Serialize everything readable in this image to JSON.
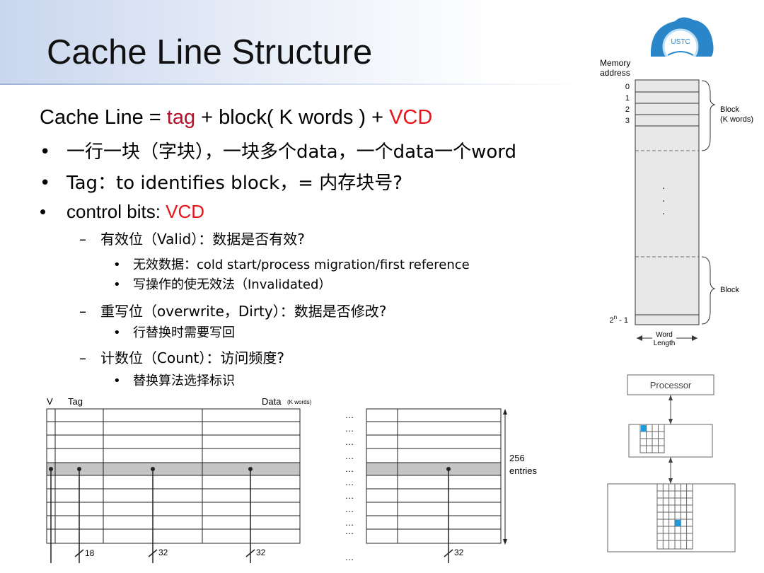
{
  "title": "Cache Line Structure",
  "formula": {
    "prefix": "Cache Line = ",
    "tag": "tag",
    "middle": " + block( K words ) + ",
    "vcd": "VCD"
  },
  "bullets": [
    {
      "marker": "•",
      "text": "一行一块（字块），一块多个data，一个data一个word"
    },
    {
      "marker": "•",
      "text": "Tag：to identifies block，= 内存块号?"
    },
    {
      "marker": "•",
      "text": "control bits: ",
      "highlight": "VCD"
    }
  ],
  "sub_items": [
    {
      "marker": "–",
      "text": "有效位（Valid）：数据是否有效?"
    },
    {
      "marker": "•",
      "text": "无效数据：cold start/process migration/first reference"
    },
    {
      "marker": "•",
      "text": "写操作的使无效法（Invalidated）"
    },
    {
      "marker": "–",
      "text": "重写位（overwrite，Dirty）：数据是否修改?"
    },
    {
      "marker": "•",
      "text": "行替换时需要写回"
    },
    {
      "marker": "–",
      "text": "计数位（Count）：访问频度?"
    },
    {
      "marker": "•",
      "text": "替换算法选择标识"
    }
  ],
  "logo": {
    "text": "USTC"
  },
  "memory_diagram": {
    "header": [
      "Memory",
      "address"
    ],
    "addresses": [
      "0",
      "1",
      "2",
      "3"
    ],
    "dots": "·",
    "last_address_base": "2",
    "last_address_exp": "n",
    "last_address_suffix": " - 1",
    "block_label": [
      "Block",
      "(K words)"
    ],
    "block_label_2": "Block",
    "word_length": [
      "Word",
      "Length"
    ]
  },
  "cache_table": {
    "v_label": "V",
    "tag_label": "Tag",
    "data_label": "Data",
    "data_sub": "(K words)",
    "ellipsis": "…",
    "entries": [
      "256",
      "entries"
    ],
    "widths": [
      "18",
      "32",
      "32",
      "32"
    ]
  },
  "processor_diagram": {
    "label": "Processor"
  }
}
